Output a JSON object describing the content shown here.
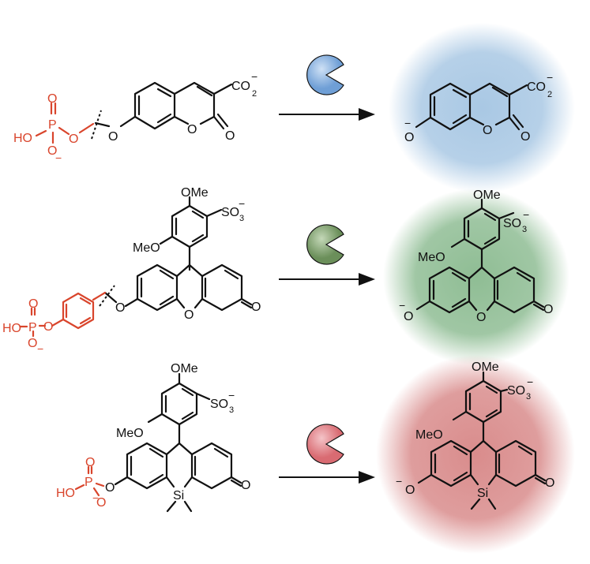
{
  "colors": {
    "cleaved_group": "#d9452c",
    "bond": "#111111",
    "enzyme_blue": "#6f9fd6",
    "enzyme_green": "#6b8f5a",
    "enzyme_red": "#d96b72",
    "glow_blue": "#a9c8e4",
    "glow_green": "#8fbd94",
    "glow_red": "#d98c8c"
  },
  "icons": {
    "enzyme": "pac-man-circle-icon",
    "reaction": "right-arrow-icon"
  },
  "labels": {
    "carboxylate": "CO",
    "carboxylate_sub": "2",
    "sulfonate": "SO",
    "sulfonate_sub": "3",
    "methoxy": "OMe",
    "methoxy_left": "MeO",
    "oxygen": "O",
    "hydroxy": "HO",
    "phosphorus": "P",
    "silicon": "Si",
    "minus": "−"
  }
}
